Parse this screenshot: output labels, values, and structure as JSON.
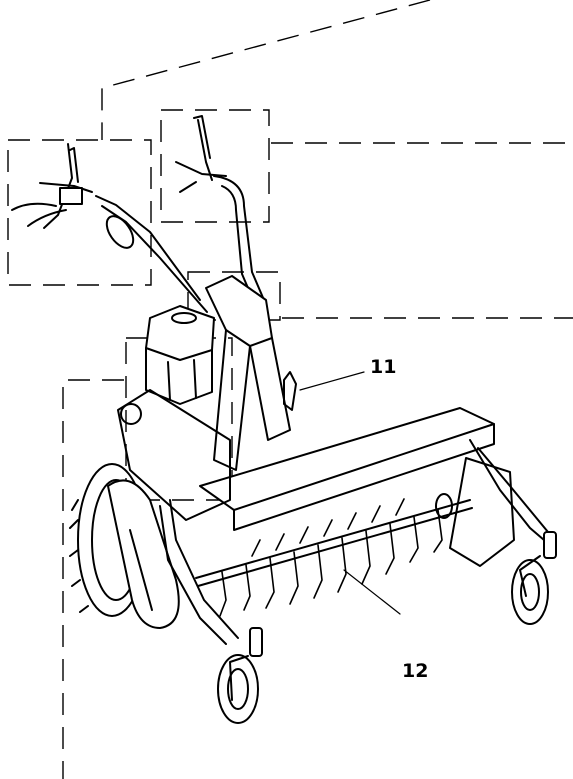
{
  "figure": {
    "callouts": [
      {
        "id": "callout-11",
        "label": "11"
      },
      {
        "id": "callout-12",
        "label": "12"
      }
    ]
  }
}
